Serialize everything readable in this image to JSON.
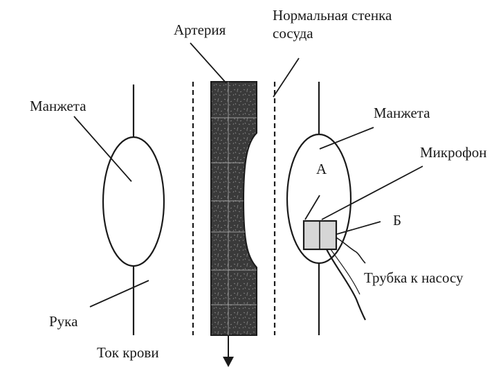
{
  "labels": {
    "artery": "Артерия",
    "normal_wall_line1": "Нормальная стенка",
    "normal_wall_line2": "сосуда",
    "cuff_left": "Манжета",
    "cuff_right": "Манжета",
    "microphone": "Микрофон",
    "point_a": "А",
    "point_b": "Б",
    "tube_to_pump": "Трубка к насосу",
    "arm": "Рука",
    "blood_flow": "Ток крови"
  },
  "colors": {
    "ink": "#1a1a1a",
    "artery_fill": "#3a3a3a",
    "microphone_fill": "#d6d6d6"
  }
}
